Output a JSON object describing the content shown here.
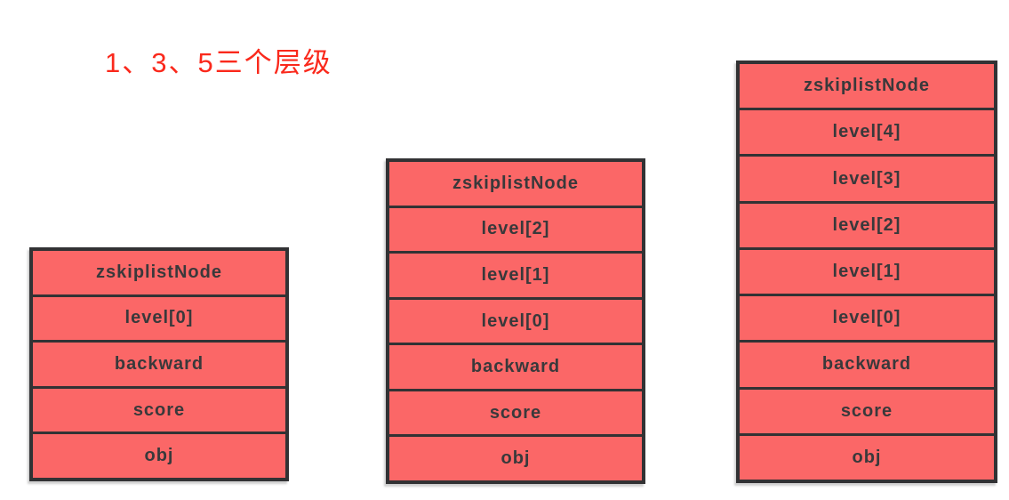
{
  "title": {
    "text": "1、3、5三个层级",
    "color": "#fa291c"
  },
  "colors": {
    "cell_fill": "#fb6767",
    "border": "#323234",
    "cell_text": "#39393b",
    "background": "#ffffff"
  },
  "tables": [
    {
      "levels": 1,
      "rows": [
        "zskiplistNode",
        "level[0]",
        "backward",
        "score",
        "obj"
      ]
    },
    {
      "levels": 3,
      "rows": [
        "zskiplistNode",
        "level[2]",
        "level[1]",
        "level[0]",
        "backward",
        "score",
        "obj"
      ]
    },
    {
      "levels": 5,
      "rows": [
        "zskiplistNode",
        "level[4]",
        "level[3]",
        "level[2]",
        "level[1]",
        "level[0]",
        "backward",
        "score",
        "obj"
      ]
    }
  ]
}
